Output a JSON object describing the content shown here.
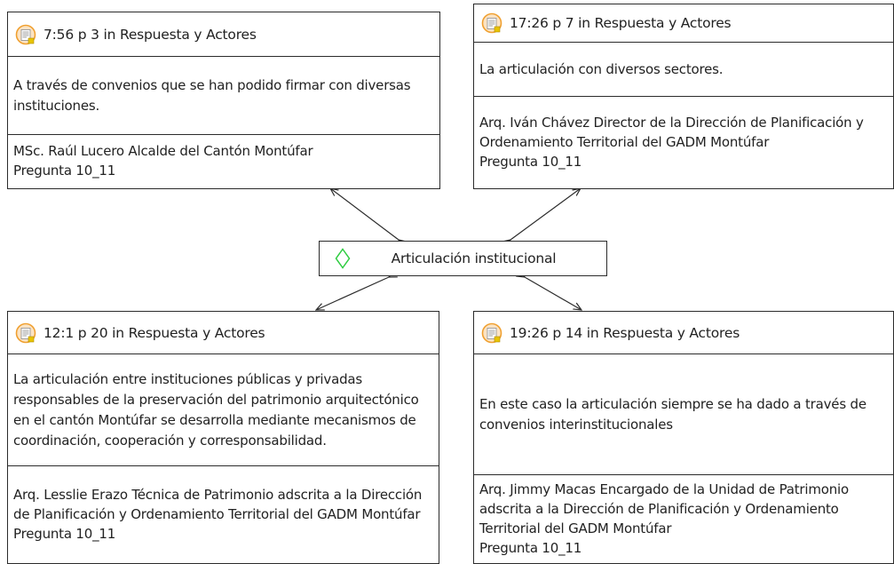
{
  "diagram": {
    "center_code": {
      "icon": "code-diamond-icon",
      "label": "Articulación institucional",
      "accent": "#2ecc40"
    },
    "quotations": [
      {
        "id": "q1",
        "icon": "quotation-document-icon",
        "title": "7:56 p 3 in Respuesta y Actores",
        "text": "A través de convenios que se han podido firmar con diversas instituciones.",
        "author": "MSc. Raúl Lucero Alcalde del Cantón Montúfar",
        "question": "Pregunta 10_11"
      },
      {
        "id": "q2",
        "icon": "quotation-document-icon",
        "title": "17:26 p 7 in Respuesta y Actores",
        "text": "La articulación con diversos sectores.",
        "author": "Arq. Iván Chávez Director de la Dirección de Planificación y Ordenamiento Territorial del GADM Montúfar",
        "question": "Pregunta 10_11"
      },
      {
        "id": "q3",
        "icon": "quotation-document-icon",
        "title": "12:1 p 20 in Respuesta y Actores",
        "text": "La articulación entre instituciones públicas y privadas responsables de la preservación del patrimonio arquitectónico en el cantón Montúfar se desarrolla mediante mecanismos de coordinación, cooperación y corresponsabilidad.",
        "author": "Arq. Lesslie Erazo Técnica de Patrimonio adscrita a la Dirección de Planificación y Ordenamiento Territorial del GADM Montúfar",
        "question": "Pregunta 10_11"
      },
      {
        "id": "q4",
        "icon": "quotation-document-icon",
        "title": "19:26 p 14 in Respuesta y Actores",
        "text": "En este caso la articulación siempre se ha dado a través de convenios interinstitucionales",
        "author": "Arq. Jimmy Macas  Encargado de la Unidad de Patrimonio adscrita a la Dirección de Planificación y Ordenamiento Territorial del GADM Montúfar",
        "question": "Pregunta 10_11"
      }
    ],
    "colors": {
      "border": "#2b2b2b",
      "icon_ring": "#f0a030",
      "icon_tag": "#e8c400",
      "text": "#222222"
    }
  }
}
